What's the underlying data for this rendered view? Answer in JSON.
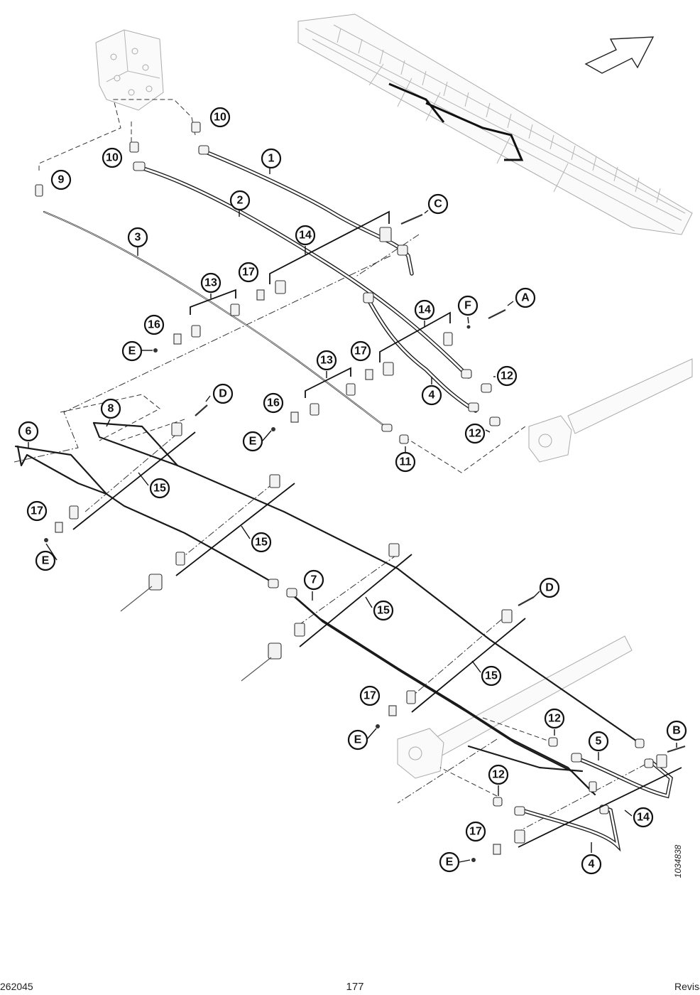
{
  "callouts": {
    "c1": "1",
    "c2": "2",
    "c3": "3",
    "c4a": "4",
    "c4b": "4",
    "c5": "5",
    "c6": "6",
    "c7": "7",
    "c8": "8",
    "c9": "9",
    "c10a": "10",
    "c10b": "10",
    "c11": "11",
    "c12a": "12",
    "c12b": "12",
    "c12c": "12",
    "c12d": "12",
    "c13a": "13",
    "c13b": "13",
    "c14a": "14",
    "c14b": "14",
    "c14c": "14",
    "c15a": "15",
    "c15b": "15",
    "c15c": "15",
    "c15d": "15",
    "c16a": "16",
    "c16b": "16",
    "c17a": "17",
    "c17b": "17",
    "c17c": "17",
    "c17d": "17",
    "c17e": "17",
    "cA": "A",
    "cB": "B",
    "cC": "C",
    "cDa": "D",
    "cDb": "D",
    "cEa": "E",
    "cEb": "E",
    "cEc": "E",
    "cEd": "E",
    "cEe": "E",
    "cF": "F"
  },
  "footer": {
    "doc_code": "262045",
    "page_number": "177",
    "revision": "Revisã"
  },
  "figure_ref": "1034838"
}
